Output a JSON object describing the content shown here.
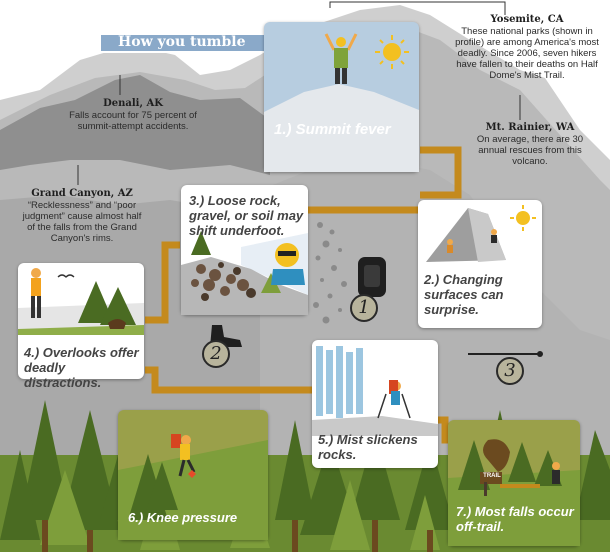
{
  "banner": {
    "label": "How you tumble"
  },
  "notes": {
    "yosemite": {
      "title": "Yosemite, CA",
      "text": "These national parks (shown in profile) are among America's most deadly. Since 2006, seven hikers have fallen to their deaths on Half Dome's Mist Trail."
    },
    "denali": {
      "title": "Denali, AK",
      "text": "Falls account for 75 percent of summit-attempt accidents."
    },
    "rainier": {
      "title": "Mt. Rainier, WA",
      "text": "On average, there are 30 annual rescues from this volcano."
    },
    "grand_canyon": {
      "title": "Grand Canyon, AZ",
      "text": "“Recklessness” and “poor judgment” cause almost half of the falls from the Grand Canyon's rims."
    }
  },
  "steps": [
    {
      "caption": "1.) Summit fever"
    },
    {
      "caption": "2.) Changing surfaces can surprise."
    },
    {
      "caption": "3.) Loose rock, gravel, or soil may shift underfoot."
    },
    {
      "caption": "4.) Overlooks offer deadly distractions."
    },
    {
      "caption": "5.) Mist slickens rocks."
    },
    {
      "caption": "6.) Knee pressure"
    },
    {
      "caption": "7.) Most falls occur off-trail."
    }
  ],
  "gear_badges": [
    "1",
    "2",
    "3"
  ],
  "trail_sign": "TRAIL",
  "colors": {
    "trail": "#c48a1d",
    "mountain_dark": "#8f8f8f",
    "mountain_light": "#bdbdbd",
    "sky_card": "#b7cde0",
    "forest": "#5f7d2a",
    "card_olive": "#9aa04a",
    "banner": "#8aa9c9",
    "badge": "#b8b49c"
  }
}
